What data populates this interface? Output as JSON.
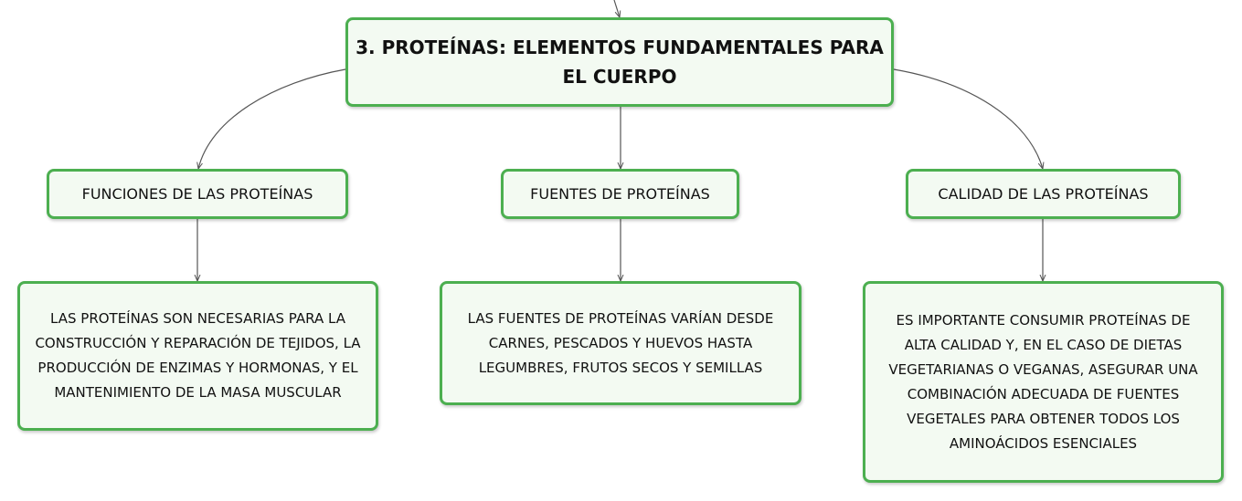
{
  "diagram": {
    "root": {
      "label": "3. PROTEÍNAS: ELEMENTOS FUNDAMENTALES PARA EL CUERPO"
    },
    "branches": [
      {
        "label": "FUNCIONES DE LAS PROTEÍNAS",
        "detail": "LAS PROTEÍNAS SON NECESARIAS PARA LA CONSTRUCCIÓN Y REPARACIÓN DE TEJIDOS, LA PRODUCCIÓN DE ENZIMAS Y HORMONAS, Y EL MANTENIMIENTO DE LA MASA MUSCULAR"
      },
      {
        "label": "FUENTES DE PROTEÍNAS",
        "detail": "LAS FUENTES DE PROTEÍNAS VARÍAN DESDE CARNES, PESCADOS Y HUEVOS HASTA LEGUMBRES, FRUTOS SECOS Y SEMILLAS"
      },
      {
        "label": "CALIDAD DE LAS PROTEÍNAS",
        "detail": "ES IMPORTANTE CONSUMIR PROTEÍNAS DE ALTA CALIDAD Y, EN EL CASO DE DIETAS VEGETARIANAS O VEGANAS, ASEGURAR UNA COMBINACIÓN ADECUADA DE FUENTES VEGETALES PARA OBTENER TODOS LOS AMINOÁCIDOS ESENCIALES"
      }
    ],
    "colors": {
      "node_border": "#4caf50",
      "node_fill": "#f3faf2",
      "connector": "#555555",
      "text": "#111111"
    }
  }
}
